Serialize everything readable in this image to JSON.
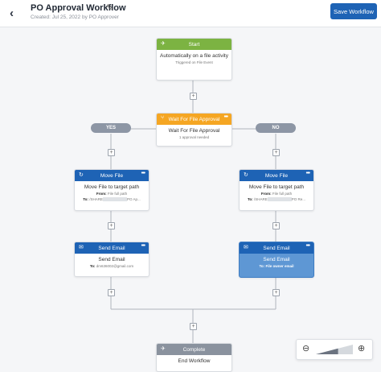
{
  "header": {
    "back_label": "‹",
    "title": "PO Approval Workflow",
    "subtitle": "Created: Jul 25, 2022 by PO Approver",
    "save_label": "Save Workflow"
  },
  "nodes": {
    "start": {
      "header": "Start",
      "title": "Automatically on a file activity",
      "sub": "Triggered on File Event",
      "color": "#7cb342"
    },
    "wait": {
      "header": "Wait For File Approval",
      "title": "Wait For File Approval",
      "sub": "1 approval needed",
      "color": "#f5a623"
    },
    "branch_yes": {
      "label": "YES"
    },
    "branch_no": {
      "label": "NO"
    },
    "move_left": {
      "header": "Move File",
      "title": "Move File to target path",
      "from_label": "From:",
      "from_value": "File full path",
      "to_label": "To:",
      "to_value_start": "/SHARE",
      "to_value_end": "PO Ap...",
      "color": "#1e63b5"
    },
    "move_right": {
      "header": "Move File",
      "title": "Move File to target path",
      "from_label": "From:",
      "from_value": "File full path",
      "to_label": "To:",
      "to_value_start": "/SHARE",
      "to_value_end": "PO Re...",
      "color": "#1e63b5"
    },
    "email_left": {
      "header": "Send Email",
      "title": "Send Email",
      "to_label": "To:",
      "to_value": "dm636002@gmail.com",
      "color": "#1e63b5"
    },
    "email_right": {
      "header": "Send Email",
      "title": "Send Email",
      "to_label": "To:",
      "to_value": "File owner email",
      "color": "#1e63b5"
    },
    "complete": {
      "header": "Complete",
      "title": "End Workflow",
      "color": "#8a929e"
    }
  },
  "zoom": {
    "out_icon": "zoom-out-icon",
    "in_icon": "zoom-in-icon",
    "level": 0.6
  },
  "icons": {
    "more": "more-dots-icon",
    "edit": "edit-icon",
    "back": "back-chevron-icon"
  }
}
